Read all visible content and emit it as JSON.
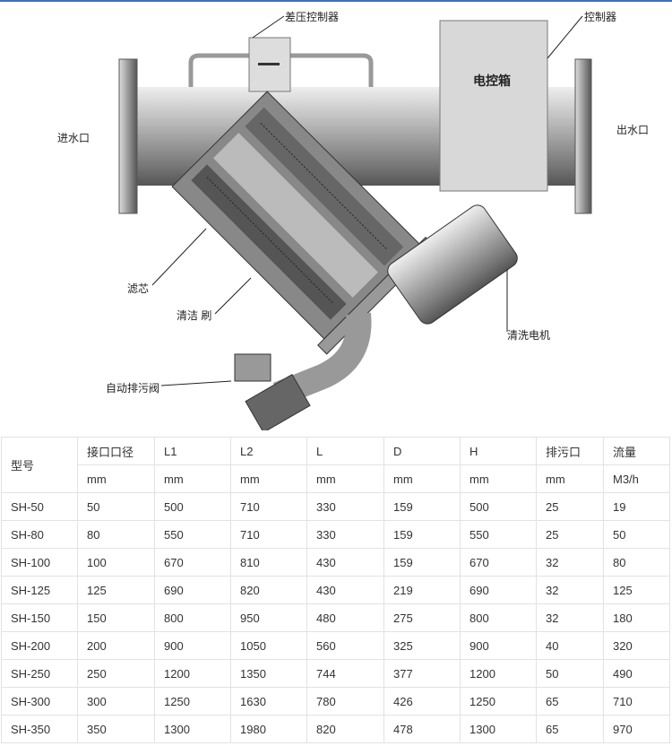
{
  "diagram": {
    "labels": {
      "dp_controller": "差压控制器",
      "controller": "控制器",
      "inlet": "进水口",
      "outlet": "出水口",
      "control_box": "电控箱",
      "filter": "滤芯",
      "brush": "清洁 刷",
      "motor": "清洗电机",
      "drain_valve": "自动排污阀"
    }
  },
  "table": {
    "model_header": "型号",
    "headers": [
      "接口口径",
      "L1",
      "L2",
      "L",
      "D",
      "H",
      "排污口",
      "流量"
    ],
    "units": [
      "mm",
      "mm",
      "mm",
      "mm",
      "mm",
      "mm",
      "mm",
      "M3/h"
    ],
    "rows": [
      [
        "SH-50",
        "50",
        "500",
        "710",
        "330",
        "159",
        "500",
        "25",
        "19"
      ],
      [
        "SH-80",
        "80",
        "550",
        "710",
        "330",
        "159",
        "550",
        "25",
        "50"
      ],
      [
        "SH-100",
        "100",
        "670",
        "810",
        "430",
        "159",
        "670",
        "32",
        "80"
      ],
      [
        "SH-125",
        "125",
        "690",
        "820",
        "430",
        "219",
        "690",
        "32",
        "125"
      ],
      [
        "SH-150",
        "150",
        "800",
        "950",
        "480",
        "275",
        "800",
        "32",
        "180"
      ],
      [
        "SH-200",
        "200",
        "900",
        "1050",
        "560",
        "325",
        "900",
        "40",
        "320"
      ],
      [
        "SH-250",
        "250",
        "1200",
        "1350",
        "744",
        "377",
        "1200",
        "50",
        "490"
      ],
      [
        "SH-300",
        "300",
        "1250",
        "1630",
        "780",
        "426",
        "1250",
        "65",
        "710"
      ],
      [
        "SH-350",
        "350",
        "1300",
        "1980",
        "820",
        "478",
        "1300",
        "65",
        "970"
      ]
    ]
  }
}
